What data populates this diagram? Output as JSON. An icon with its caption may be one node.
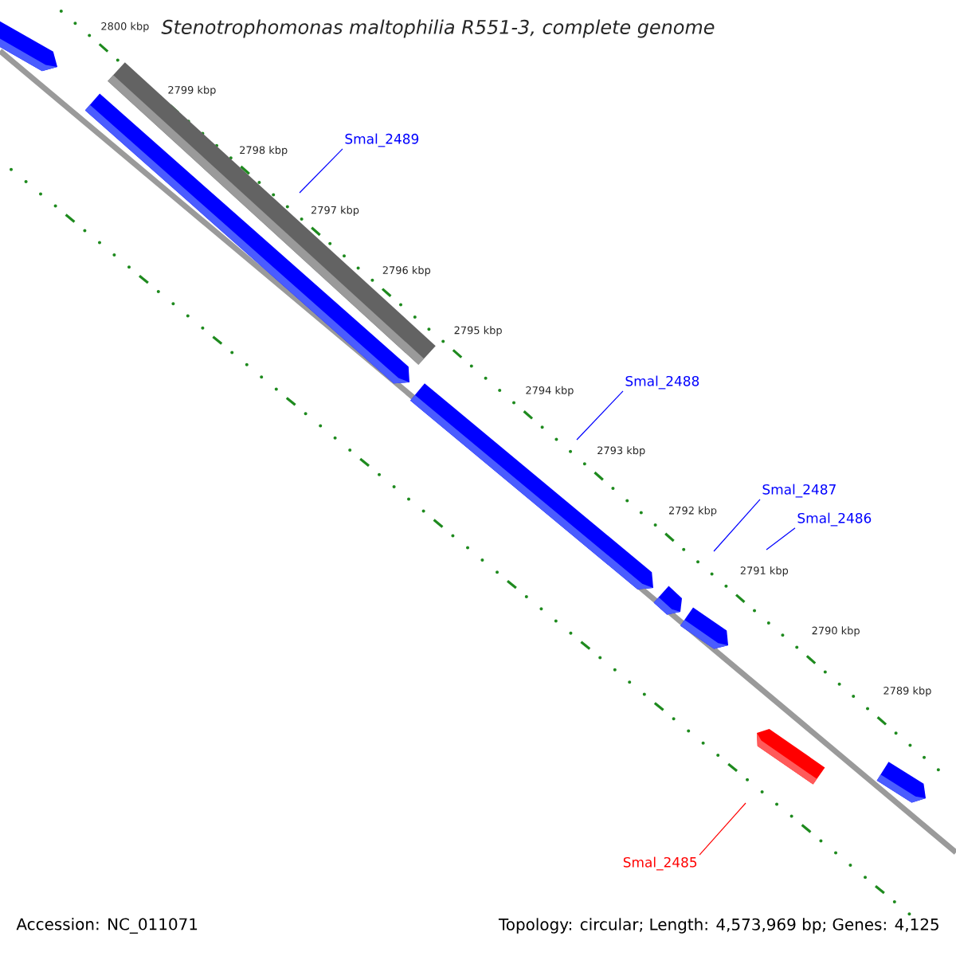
{
  "diagram": {
    "title": "Stenotrophomonas maltophilia R551-3, complete genome",
    "nodes": [
      {
        "text": [
          "Smal_2489"
        ]
      },
      {
        "text": [
          "Smal_2488"
        ]
      },
      {
        "text": [
          "Smal_2487"
        ]
      },
      {
        "text": [
          "Smal_2486"
        ]
      },
      {
        "text": [
          "Smal_2485"
        ]
      }
    ],
    "edges": [
      {
        "from": 0,
        "to": null,
        "arrow": "none"
      },
      {
        "from": 1,
        "to": null,
        "arrow": "none"
      },
      {
        "from": 2,
        "to": null,
        "arrow": "none"
      },
      {
        "from": 3,
        "to": null,
        "arrow": "none"
      },
      {
        "from": 4,
        "to": null,
        "arrow": "none",
        "color": "#ff0000"
      }
    ],
    "labels": [
      "2800 kbp",
      "2799 kbp",
      "2798 kbp",
      "2797 kbp",
      "2796 kbp",
      "2795 kbp",
      "2794 kbp",
      "2793 kbp",
      "2792 kbp",
      "2791 kbp",
      "2790 kbp",
      "2789 kbp",
      "Accession: NC_011071",
      "Topology: circular; Length: 4,573,969 bp; Genes: 4,125"
    ]
  }
}
